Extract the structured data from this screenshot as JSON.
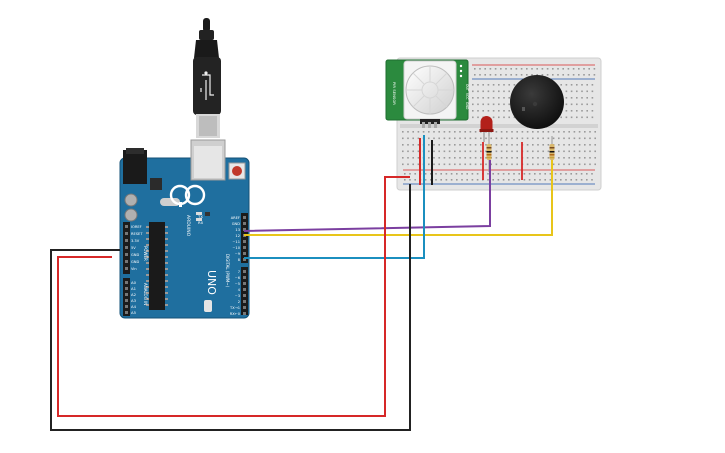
{
  "arduino": {
    "model": "UNO",
    "brand": "ARDUINO",
    "power_header_label": "POWER",
    "analog_header_label": "ANALOG IN",
    "digital_header_label": "DIGITAL (PWM~)",
    "tx_label": "TX",
    "rx_label": "RX",
    "power_pins": [
      "IOREF",
      "RESET",
      "3.3V",
      "5V",
      "GND",
      "GND",
      "Vin"
    ],
    "analog_pins": [
      "A0",
      "A1",
      "A2",
      "A3",
      "A4",
      "A5"
    ],
    "digital_pins_top": [
      "AREF",
      "GND",
      "13",
      "12",
      "~11",
      "~10",
      "~9",
      "8"
    ],
    "digital_pins_bottom": [
      "7",
      "~6",
      "~5",
      "4",
      "~3",
      "2",
      "TX→1",
      "RX←0"
    ]
  },
  "pir_sensor": {
    "label": "PIR SENSOR",
    "pin_labels": [
      "OUT",
      "VCC",
      "GND"
    ]
  },
  "colors": {
    "arduino_board": "#1f6f9f",
    "breadboard": "#e6e6e6",
    "pir_pcb": "#2b8a3e",
    "wire_red": "#d62828",
    "wire_black": "#222222",
    "wire_purple": "#7b3fa0",
    "wire_yellow": "#e8c51a",
    "wire_blue": "#1b8fbf",
    "led": "#b3201a",
    "buzzer": "#1a1a1a"
  }
}
